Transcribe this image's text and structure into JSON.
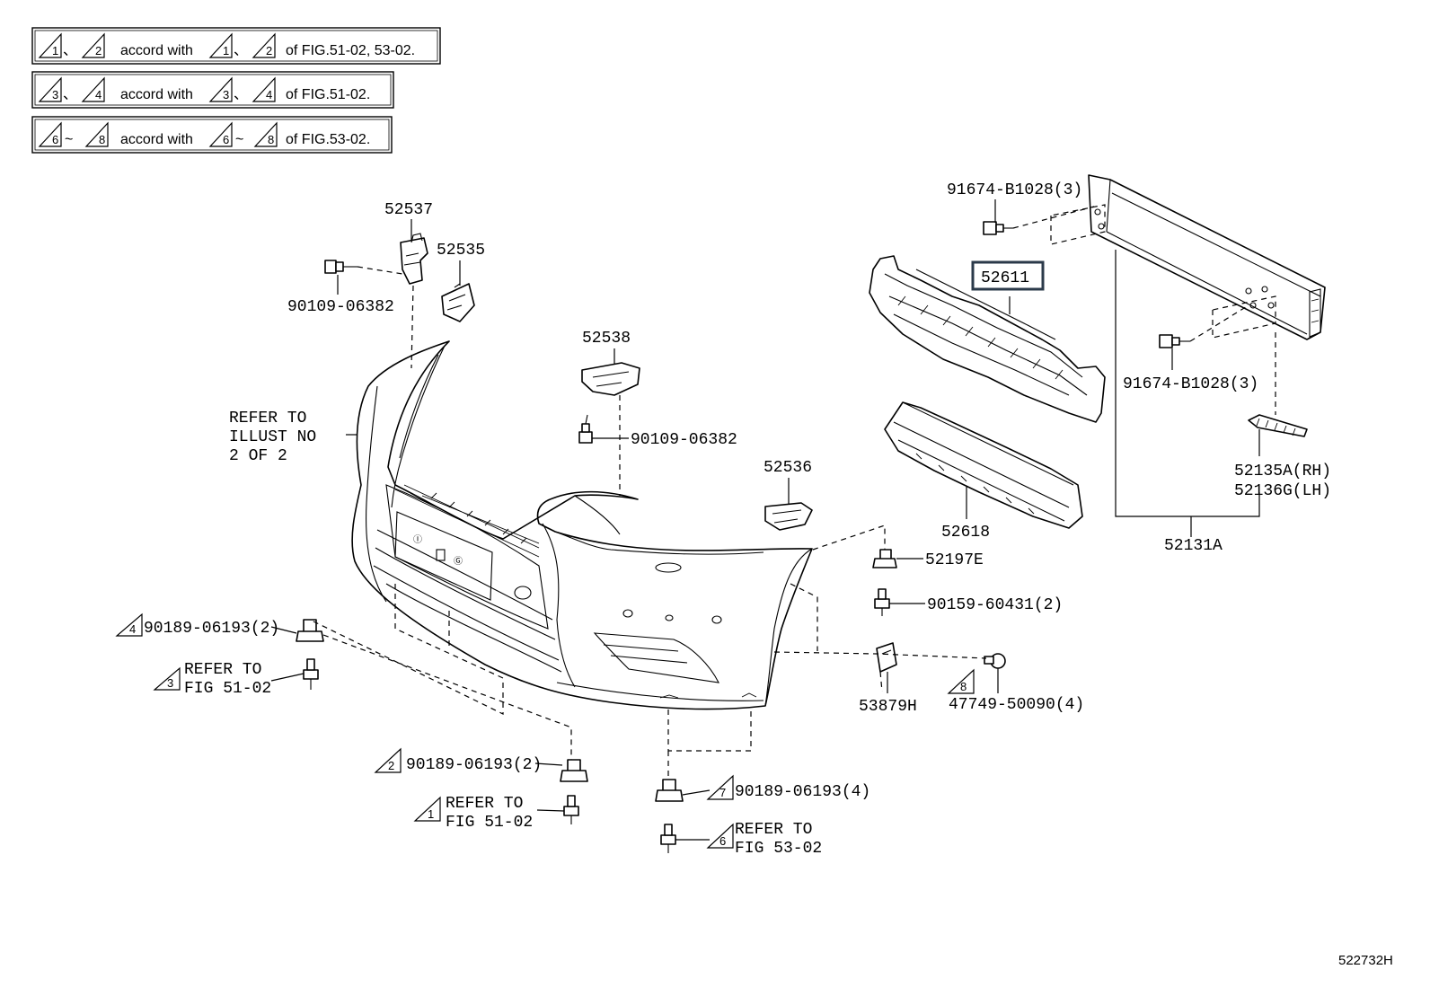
{
  "notes": [
    {
      "a": "1",
      "sep": "、",
      "b": "2",
      "text": "accord with",
      "ref": "of FIG.51-02, 53-02."
    },
    {
      "a": "3",
      "sep": "、",
      "b": "4",
      "text": "accord with",
      "ref": "of FIG.51-02."
    },
    {
      "a": "6",
      "sep": "~",
      "b": "8",
      "text": "accord with",
      "ref": "of FIG.53-02."
    }
  ],
  "parts": {
    "p52537": "52537",
    "p52535": "52535",
    "p90109a": "90109-06382",
    "p52538": "52538",
    "p90109b": "90109-06382",
    "p52536": "52536",
    "p91674a": "91674-B1028(3)",
    "p52611": "52611",
    "p91674b": "91674-B1028(3)",
    "p52618": "52618",
    "p52135": "52135A(RH)",
    "p52136": "52136G(LH)",
    "p52131": "52131A",
    "p52197": "52197E",
    "p90159": "90159-60431(2)",
    "p53879": "53879H",
    "p47749": "47749-50090(4)",
    "p90189_4": "90189-06193(2)",
    "p90189_2": "90189-06193(2)",
    "p90189_7": "90189-06193(4)"
  },
  "refs": {
    "illust_1": "REFER TO",
    "illust_2": "ILLUST NO",
    "illust_3": "2 OF 2",
    "r3_1": "REFER TO",
    "r3_2": "FIG 51-02",
    "r1_1": "REFER TO",
    "r1_2": "FIG 51-02",
    "r6_1": "REFER TO",
    "r6_2": "FIG 53-02"
  },
  "markers": {
    "m1": "1",
    "m2": "2",
    "m3": "3",
    "m4": "4",
    "m6": "6",
    "m7": "7",
    "m8": "8"
  },
  "footer_id": "522732H"
}
